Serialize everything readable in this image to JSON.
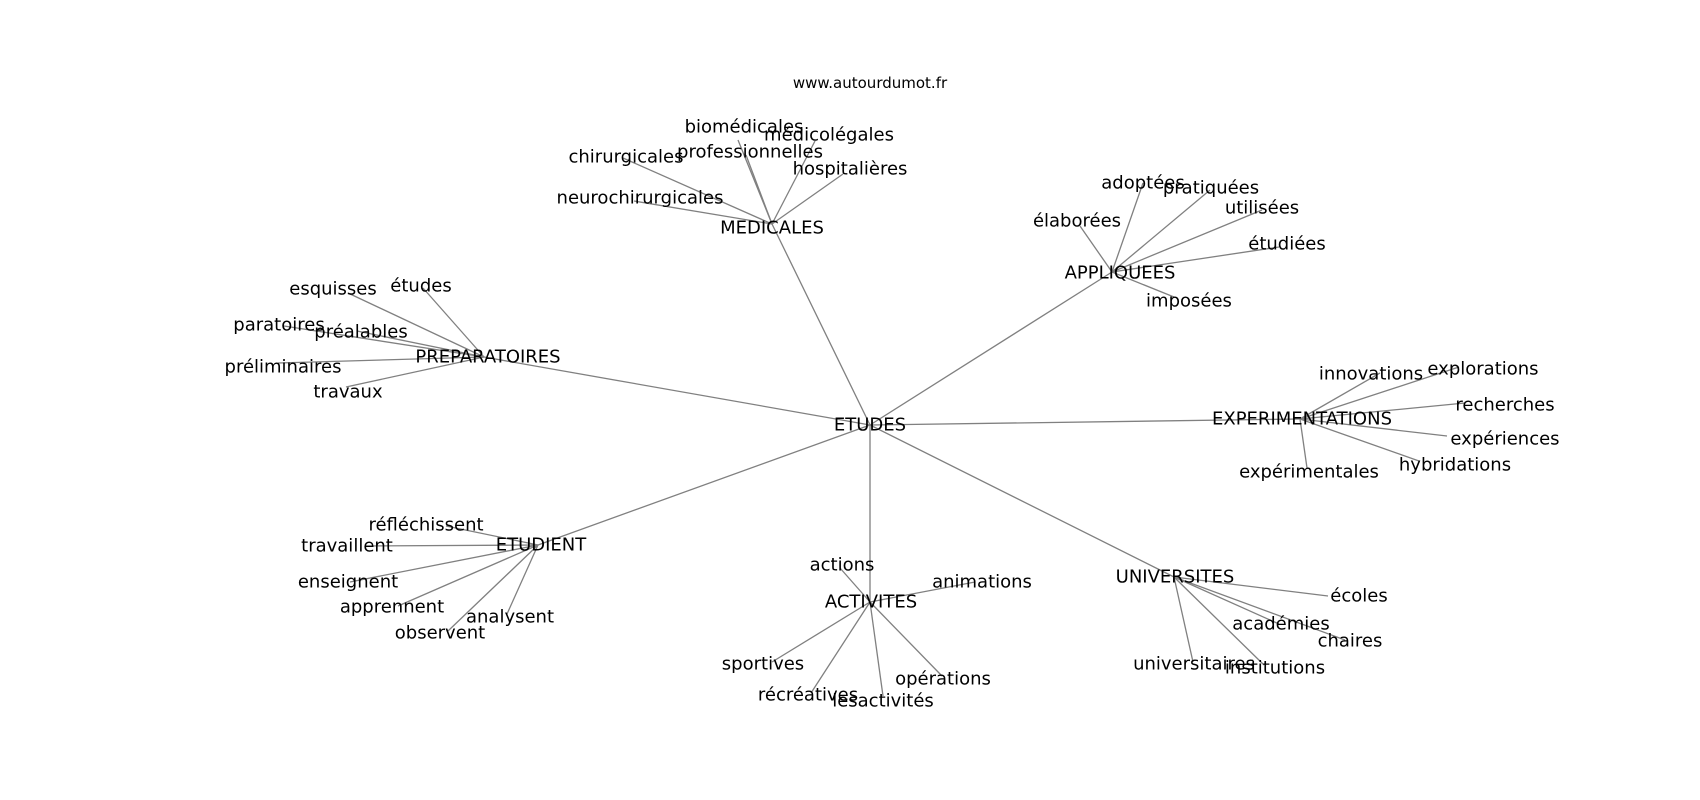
{
  "watermark": "www.autourdumot.fr",
  "graph": {
    "center": "ETUDES",
    "branches": [
      {
        "hub": "MEDICALES",
        "leaves": [
          "biomédicales",
          "médicolégales",
          "chirurgicales",
          "professionnelles",
          "hospitalières",
          "neurochirurgicales"
        ]
      },
      {
        "hub": "APPLIQUEES",
        "leaves": [
          "adoptées",
          "pratiquées",
          "utilisées",
          "élaborées",
          "étudiées",
          "imposées"
        ]
      },
      {
        "hub": "PREPARATOIRES",
        "leaves": [
          "esquisses",
          "études",
          "paratoires",
          "préalables",
          "préliminaires",
          "travaux"
        ]
      },
      {
        "hub": "EXPERIMENTATIONS",
        "leaves": [
          "innovations",
          "explorations",
          "recherches",
          "expériences",
          "hybridations",
          "expérimentales"
        ]
      },
      {
        "hub": "ETUDIENT",
        "leaves": [
          "réfléchissent",
          "travaillent",
          "enseignent",
          "apprennent",
          "analysent",
          "observent"
        ]
      },
      {
        "hub": "ACTIVITES",
        "leaves": [
          "actions",
          "animations",
          "sportives",
          "opérations",
          "récréatives",
          "lesactivités"
        ]
      },
      {
        "hub": "UNIVERSITES",
        "leaves": [
          "écoles",
          "académies",
          "chaires",
          "universitaires",
          "institutions"
        ]
      }
    ]
  }
}
